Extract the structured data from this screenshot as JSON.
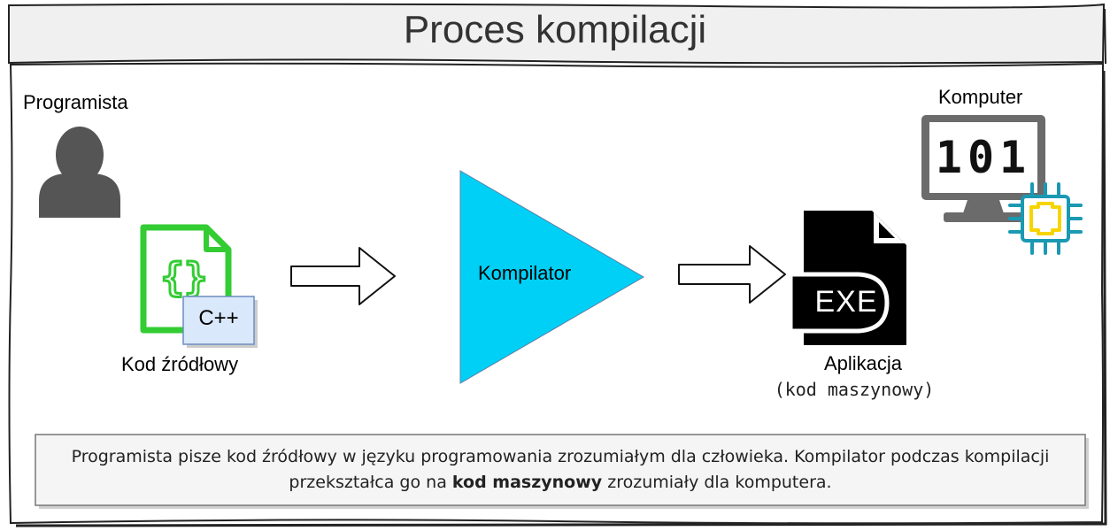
{
  "title": "Proces kompilacji",
  "labels": {
    "programista": "Programista",
    "komputer": "Komputer",
    "kod_zrodlowy": "Kod źródłowy",
    "cpp": "C++",
    "kompilator": "Kompilator",
    "exe": "EXE",
    "aplikacja": "Aplikacja",
    "kod_maszynowy": "(kod maszynowy)",
    "screen_digits": "101"
  },
  "description": {
    "before_bold": "Programista pisze kod źródłowy w języku programowania zrozumiałym dla człowieka. Kompilator podczas kompilacji przekształca go na ",
    "bold": "kod maszynowy",
    "after_bold": " zrozumiały dla komputera."
  },
  "icons": [
    "person-icon",
    "source-code-file-icon",
    "arrow-right-icon",
    "compiler-triangle",
    "exe-file-icon",
    "computer-monitor-icon",
    "cpu-chip-icon"
  ],
  "colors": {
    "compiler": "#00d0f5",
    "code_file": "#33cc33",
    "cpp_box": "#dae8fc",
    "chip": "#1a99b3",
    "chip_core": "#f7d400",
    "monitor": "#6b6b6b",
    "person": "#555555"
  }
}
